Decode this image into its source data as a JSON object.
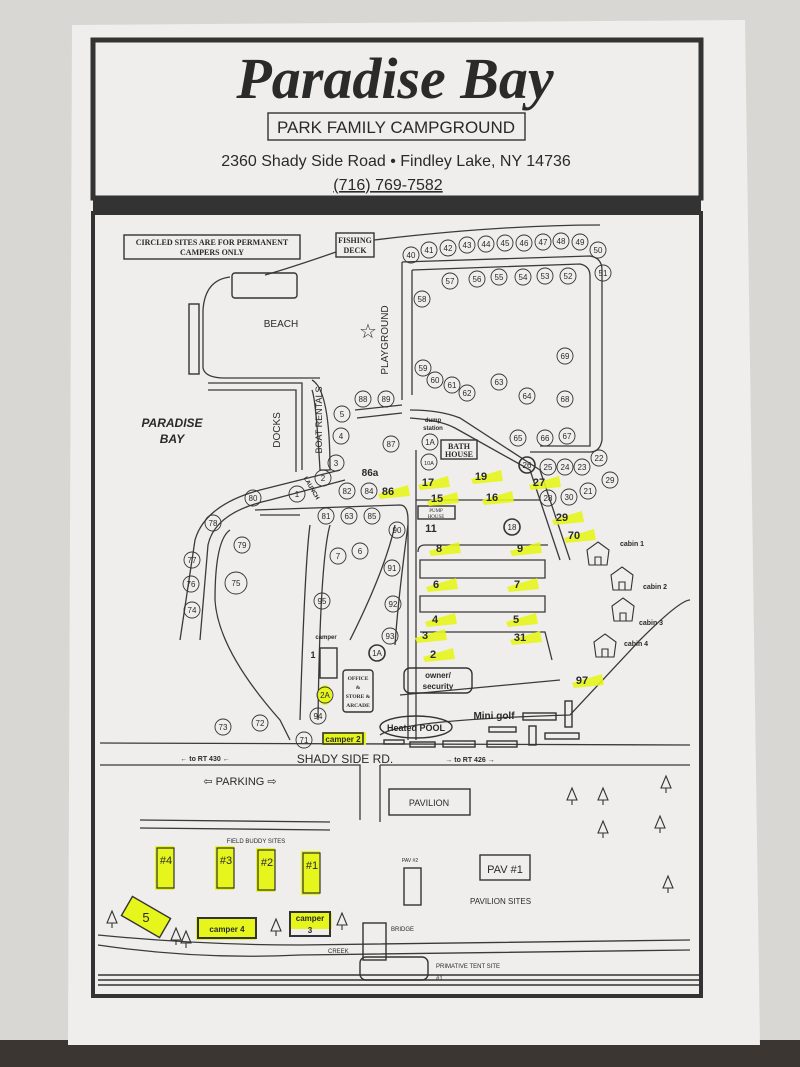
{
  "header": {
    "title": "Paradise Bay",
    "subtitle": "PARK FAMILY CAMPGROUND",
    "address": "2360 Shady Side Road • Findley Lake, NY 14736",
    "phone": "(716) 769-7582"
  },
  "notice": [
    "CIRCLED SITES ARE FOR PERMANENT",
    "CAMPERS ONLY"
  ],
  "landmarks": {
    "fishing_deck": [
      "FISHING",
      "DECK"
    ],
    "beach": "BEACH",
    "playground": "PLAYGROUND",
    "bay": [
      "PARADISE",
      "BAY"
    ],
    "docks": "DOCKS",
    "boat_rentals": "BOAT RENTALS",
    "launch": "LAUNCH",
    "dump_station": [
      "dump",
      "station"
    ],
    "bath_house": [
      "BATH",
      "HOUSE"
    ],
    "pump_house": [
      "PUMP",
      "HOUSE"
    ],
    "office": [
      "OFFICE",
      "&",
      "STORE &",
      "ARCADE"
    ],
    "owner": [
      "owner/",
      "security"
    ],
    "pool": "Heated POOL",
    "mini_golf": "Mini golf",
    "road": "SHADY SIDE RD.",
    "to_rt430": "to RT 430",
    "to_rt426": "to RT 426",
    "parking": "PARKING",
    "pavilion": "PAVILION",
    "field_buddy": "FIELD BUDDY SITES",
    "pav2": "PAV #2",
    "pav1": "PAV #1",
    "pavilion_sites": "PAVILION SITES",
    "bridge": "BRIDGE",
    "creek": "CREEK",
    "tent_site": [
      "PRIMATIVE TENT SITE",
      "#1"
    ],
    "site_86a": "86a"
  },
  "circled_sites": [
    "40",
    "41",
    "42",
    "43",
    "44",
    "45",
    "46",
    "47",
    "48",
    "49",
    "50",
    "51",
    "57",
    "56",
    "55",
    "54",
    "53",
    "52",
    "58",
    "69",
    "59",
    "60",
    "61",
    "62",
    "63",
    "64",
    "68",
    "65",
    "66",
    "67",
    "88",
    "89",
    "5",
    "4",
    "87",
    "3",
    "2",
    "1",
    "80",
    "82",
    "84",
    "1A",
    "10A",
    "26",
    "25",
    "24",
    "23",
    "22",
    "29",
    "21",
    "28",
    "30",
    "18",
    "81",
    "63",
    "85",
    "90",
    "78",
    "79",
    "77",
    "76",
    "75",
    "74",
    "7",
    "6",
    "91",
    "95",
    "92",
    "93",
    "1A",
    "94",
    "73",
    "72",
    "71",
    "2A"
  ],
  "highlighted_sites": [
    "86",
    "17",
    "19",
    "27",
    "15",
    "16",
    "29",
    "70",
    "11",
    "8",
    "9",
    "6",
    "7",
    "4",
    "5",
    "3",
    "31",
    "2",
    "97"
  ],
  "cabins": [
    "cabin 1",
    "cabin 2",
    "cabin 3",
    "cabin 4"
  ],
  "campers": {
    "c1": [
      "camper",
      "1"
    ],
    "c2": "camper 2",
    "c3": [
      "camper",
      "3"
    ],
    "c4": "camper 4",
    "c5": "5"
  },
  "field_buddy_sites": [
    "#4",
    "#3",
    "#2",
    "#1"
  ],
  "colors": {
    "highlight": "#e6f51c",
    "ink": "#2a2a2a",
    "paper": "#eeedeb"
  }
}
